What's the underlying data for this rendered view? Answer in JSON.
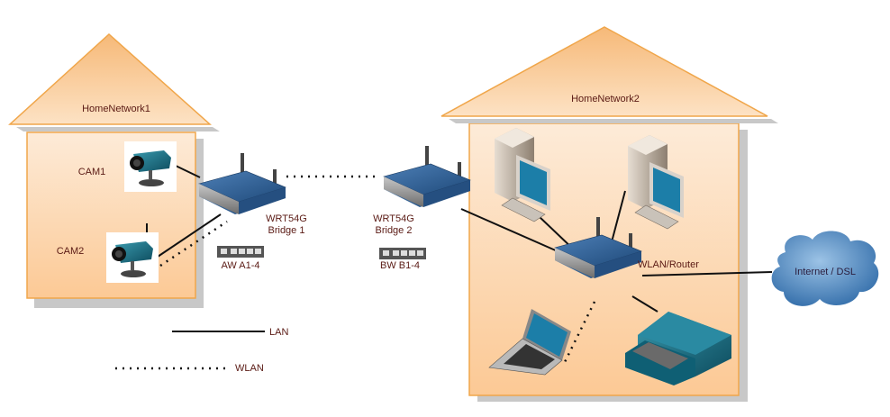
{
  "houses": [
    {
      "id": "home1",
      "title": "HomeNetwork1"
    },
    {
      "id": "home2",
      "title": "HomeNetwork2"
    }
  ],
  "devices": {
    "cam1": {
      "label": "CAM1"
    },
    "cam2": {
      "label": "CAM2"
    },
    "bridge1": {
      "label_line1": "WRT54G",
      "label_line2": "Bridge 1",
      "ports_label": "AW A1-4"
    },
    "bridge2": {
      "label_line1": "WRT54G",
      "label_line2": "Bridge 2",
      "ports_label": "BW B1-4"
    },
    "router": {
      "label": "WLAN/Router"
    },
    "internet": {
      "label": "Internet / DSL"
    }
  },
  "legend": {
    "lan": "LAN",
    "wlan": "WLAN"
  },
  "colors": {
    "house_fill": "#fdd9b0",
    "house_border": "#f0a64a",
    "text": "#5a1a14",
    "router_blue": "#2f5f95",
    "cloud_blue": "#3f7bb5"
  }
}
